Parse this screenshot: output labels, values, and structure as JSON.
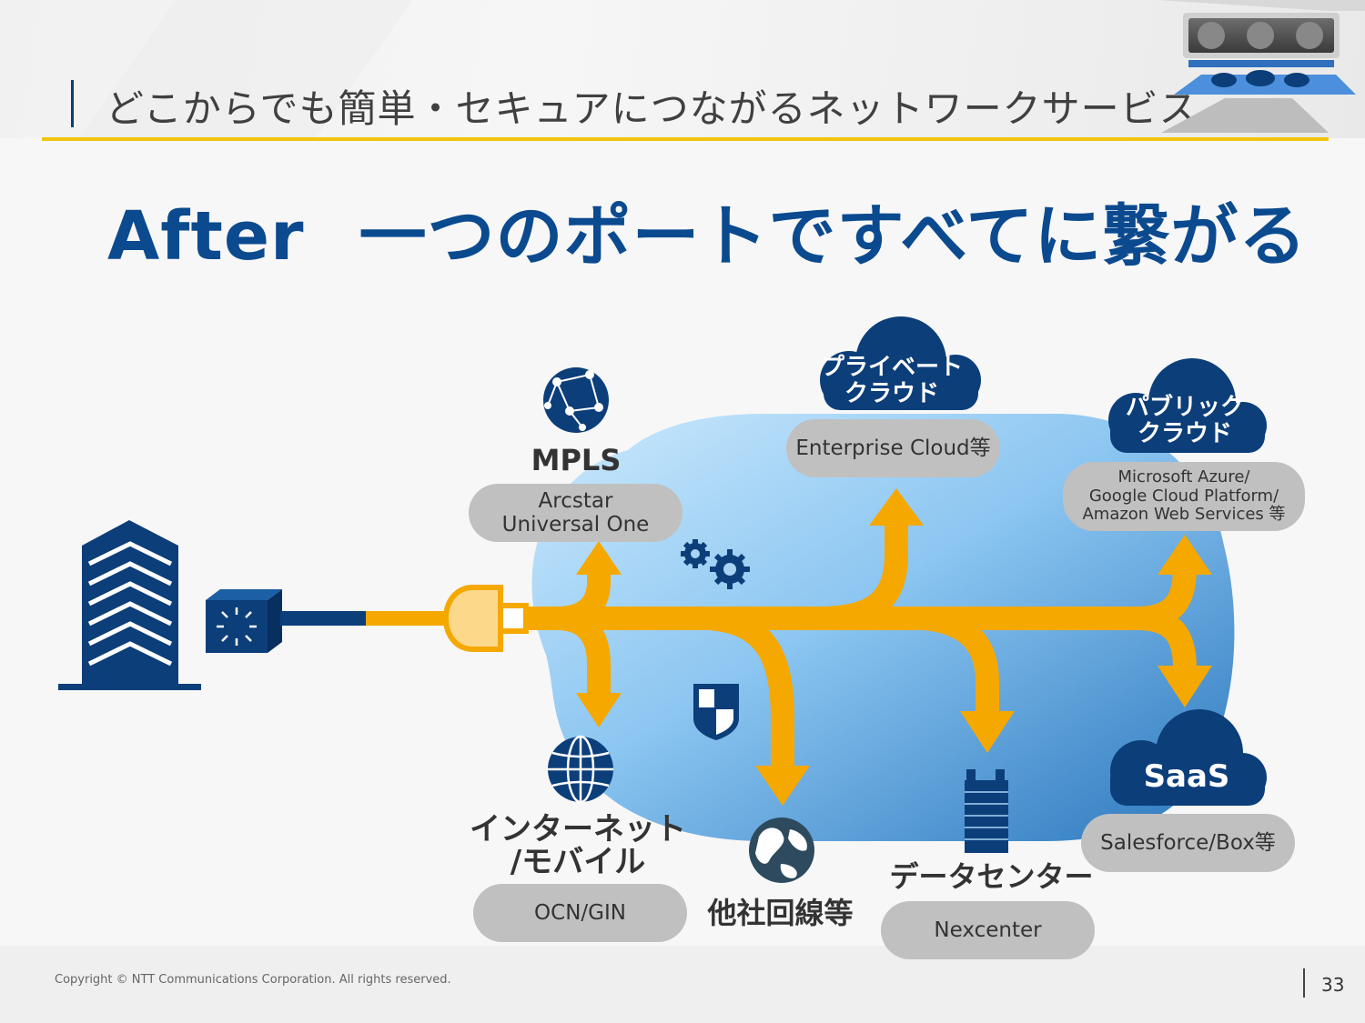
{
  "header": {
    "title": "どこからでも簡単・セキュアにつながるネットワークサービス"
  },
  "heading": {
    "prefix": "After",
    "text": "一つのポートですべてに繋がる"
  },
  "destinations": {
    "mpls": {
      "title": "MPLS",
      "service_line1": "Arcstar",
      "service_line2": "Universal One"
    },
    "private_cloud": {
      "title_line1": "プライベート",
      "title_line2": "クラウド",
      "service": "Enterprise Cloud等"
    },
    "public_cloud": {
      "title_line1": "パブリック",
      "title_line2": "クラウド",
      "service_line1": "Microsoft Azure/",
      "service_line2": "Google Cloud Platform/",
      "service_line3": "Amazon Web Services 等"
    },
    "internet": {
      "title_line1": "インターネット",
      "title_line2": "/モバイル",
      "service": "OCN/GIN"
    },
    "other_carriers": {
      "title": "他社回線等"
    },
    "datacenter": {
      "title": "データセンター",
      "service": "Nexcenter"
    },
    "saas": {
      "title": "SaaS",
      "service": "Salesforce/Box等"
    }
  },
  "colors": {
    "navy": "#0c3e7a",
    "arrow": "#f5a800",
    "cloud_light": "#bfe3fb",
    "cloud_dark": "#2f7fc4",
    "pill": "#c0c0c0",
    "accent_rule": "#f1c40f"
  },
  "icons": [
    "building-icon",
    "router-icon",
    "plug-icon",
    "network-globe-icon",
    "gears-icon",
    "shield-icon",
    "globe-icon",
    "earth-icon",
    "server-rack-icon",
    "cloud-icon"
  ],
  "footer": {
    "copyright": "Copyright © NTT Communications Corporation. All rights reserved.",
    "page_number": "33"
  }
}
